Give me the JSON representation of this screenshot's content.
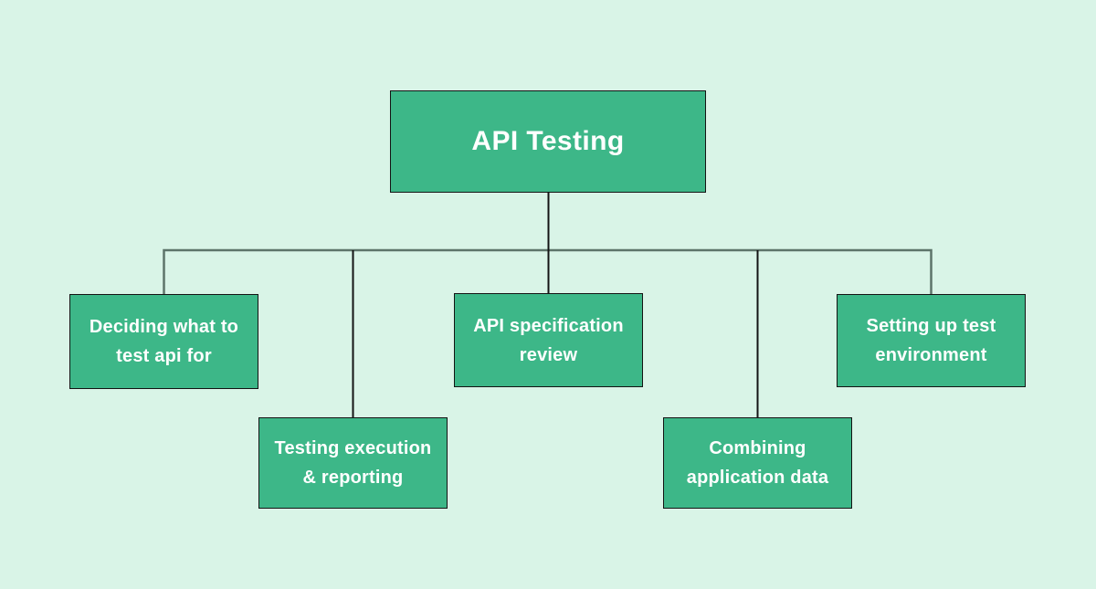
{
  "colors": {
    "background": "#d9f4e7",
    "node_fill": "#3db788",
    "node_border": "#131313",
    "connector_primary": "#5d746a",
    "connector_dark": "#141414",
    "node_text": "#ffffff"
  },
  "diagram": {
    "root": {
      "label": "API Testing"
    },
    "children": [
      {
        "label": "Deciding what to test api for"
      },
      {
        "label": "Testing execution & reporting"
      },
      {
        "label": "API specification review"
      },
      {
        "label": "Combining application data"
      },
      {
        "label": "Setting up test environment"
      }
    ]
  }
}
